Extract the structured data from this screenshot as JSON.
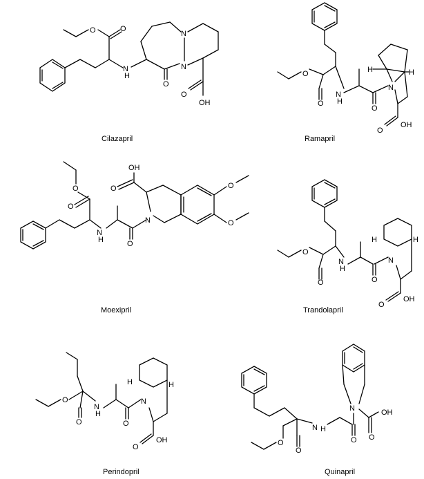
{
  "compounds": [
    {
      "name": "Cilazapril"
    },
    {
      "name": "Ramapril"
    },
    {
      "name": "Moexipril"
    },
    {
      "name": "Trandolapril"
    },
    {
      "name": "Perindopril"
    },
    {
      "name": "Quinapril"
    }
  ],
  "atom_labels": {
    "N": "N",
    "H": "H",
    "O": "O",
    "OH": "OH",
    "NH": "N H"
  }
}
